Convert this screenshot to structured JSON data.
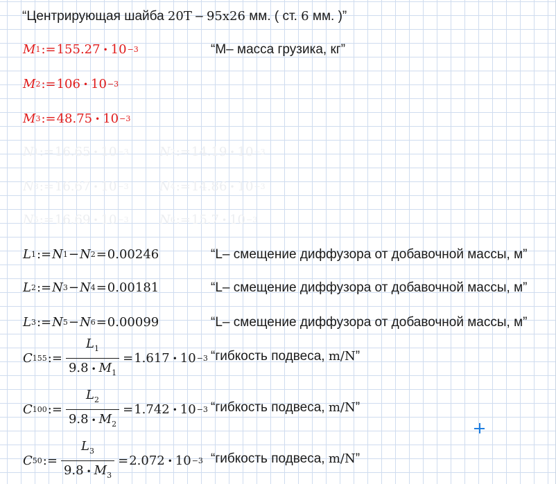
{
  "title": {
    "q1": "“",
    "text_a": "Центрирующая шайба ",
    "part1": "20T",
    "dash": " – ",
    "part2": "95x26",
    "text_b": " мм. ( ст. ",
    "part3": "6",
    "text_c": " мм. )",
    "q2": "”"
  },
  "assign": ":=",
  "times": "•",
  "ten": "10",
  "exp": "−3",
  "eq": "=",
  "minus": "−",
  "masses": [
    {
      "sym": "M",
      "sub": "1",
      "mant": "155.27"
    },
    {
      "sym": "M",
      "sub": "2",
      "mant": "106"
    },
    {
      "sym": "M",
      "sub": "3",
      "mant": "48.75"
    }
  ],
  "mass_comment": {
    "q1": "“",
    "sym": "M",
    "text": "– масса грузика, кг",
    "q2": "”"
  },
  "n_values": [
    {
      "sym": "N",
      "sub": "1",
      "mant": "16.65"
    },
    {
      "sym": "N",
      "sub": "2",
      "mant": "14.19"
    },
    {
      "sym": "N",
      "sub": "3",
      "mant": "16.67"
    },
    {
      "sym": "N",
      "sub": "4",
      "mant": "14.86"
    },
    {
      "sym": "N",
      "sub": "5",
      "mant": "16.69"
    },
    {
      "sym": "N",
      "sub": "6",
      "mant": "15.7"
    }
  ],
  "l_rows": [
    {
      "sub": "1",
      "a": "1",
      "b": "2",
      "result": "0.00246"
    },
    {
      "sub": "2",
      "a": "3",
      "b": "4",
      "result": "0.00181"
    },
    {
      "sub": "3",
      "a": "5",
      "b": "6",
      "result": "0.00099"
    }
  ],
  "l_comment": {
    "q1": "“",
    "sym": "L",
    "text": "– смещение диффузора от добавочной массы, м",
    "q2": "”"
  },
  "c_rows": [
    {
      "sub": "155",
      "num_sub": "1",
      "den_coef": "9.8",
      "den_sub": "1",
      "mant": "1.617"
    },
    {
      "sub": "100",
      "num_sub": "2",
      "den_coef": "9.8",
      "den_sub": "2",
      "mant": "1.742"
    },
    {
      "sub": "50",
      "num_sub": "3",
      "den_coef": "9.8",
      "den_sub": "3",
      "mant": "2.072"
    }
  ],
  "c_comment": {
    "q1": "“",
    "text": "гибкость подвеса, ",
    "unit": "m/N",
    "q2": "”"
  },
  "colors": {
    "red": "#e01b1b",
    "grid": "#cfdcef",
    "cursor": "#1e7ee0",
    "ghost": "#eceef1"
  }
}
